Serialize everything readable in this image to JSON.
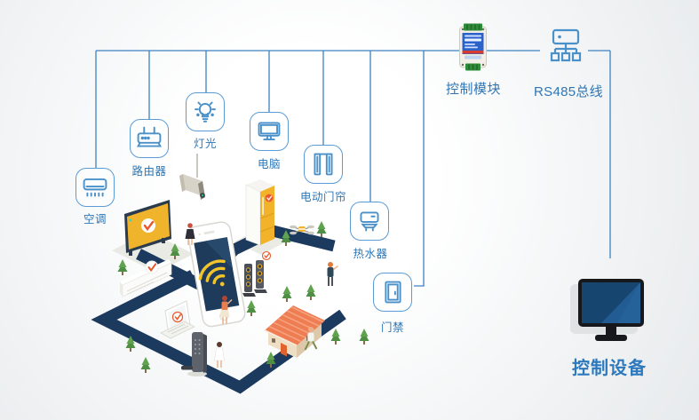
{
  "nodes": {
    "ac": {
      "label": "空调",
      "icon": "air-conditioner-icon"
    },
    "router": {
      "label": "路由器",
      "icon": "router-icon"
    },
    "light": {
      "label": "灯光",
      "icon": "light-bulb-icon"
    },
    "computer": {
      "label": "电脑",
      "icon": "desktop-monitor-icon"
    },
    "curtain": {
      "label": "电动门帘",
      "icon": "motorized-curtain-icon"
    },
    "heater": {
      "label": "热水器",
      "icon": "water-heater-icon"
    },
    "door": {
      "label": "门禁",
      "icon": "door-access-icon"
    },
    "module": {
      "label": "控制模块",
      "icon": "control-module-device"
    },
    "bus": {
      "label": "RS485总线",
      "icon": "bus-topology-icon"
    },
    "controller": {
      "label": "控制设备",
      "icon": "control-computer-icon"
    }
  },
  "colors": {
    "wire_blue": "#3e82c0",
    "icon_border_blue": "#5b9bd5",
    "icon_glyph_blue": "#4a90c9",
    "label_blue": "#2e76b5",
    "path_navy": "#1c3a5e",
    "accent_yellow": "#f0b32b",
    "accent_orange": "#e8582c",
    "roof_coral": "#ee7d52",
    "screen_navy": "#1e3b5c"
  },
  "illustration": {
    "theme": "isometric smart-home scene",
    "elements": [
      "smartphone with wifi signal",
      "smart tv with checkmark",
      "security camera",
      "refrigerator",
      "air conditioner unit",
      "laptop with checkmark",
      "tower speakers",
      "smart door lock",
      "house with coral roof",
      "drone",
      "pine trees",
      "people"
    ]
  }
}
